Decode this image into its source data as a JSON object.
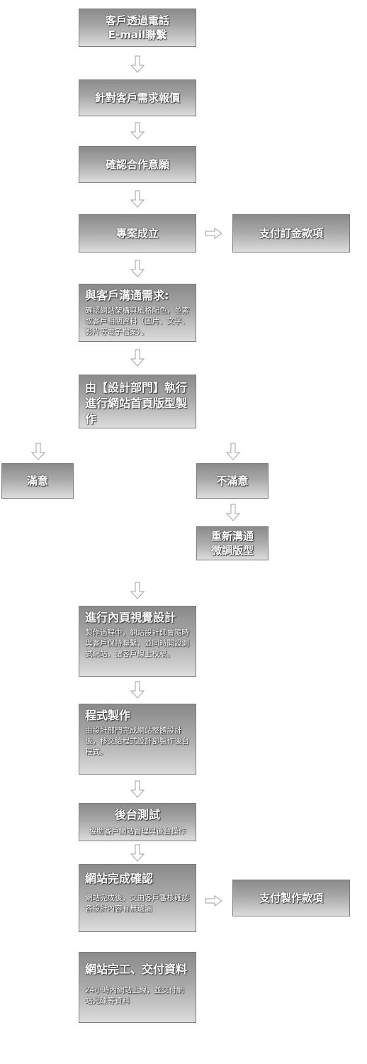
{
  "steps": {
    "contact": "客戶透過電話\n  E-mail聯繫",
    "quote": "針對客戶需求報價",
    "confirm": "確認合作意願",
    "established": "專案成立",
    "deposit": "支付訂金款項",
    "communicate": {
      "title": "與客戶溝通需求:",
      "desc": "確認網站架構與風格配色，並索取客戶相關資料（圖片、文字、影片等電子檔案）。"
    },
    "homepage": "由【設計部門】執行進行網站首頁版型製作",
    "satisfied": "滿意",
    "unsatisfied": "不滿意",
    "readjust": "重新溝通\n微調版型",
    "inner_design": {
      "title": "進行內頁視覺設計",
      "desc": "製作過程中，網站設計師會隨時與客戶保持聯繫，並同時開設測試網站，讓客戶線上校稿。"
    },
    "programming": {
      "title": "程式製作",
      "desc": "由設計部門完成網站整體設計後，移交給程式設計部製作後台程式。"
    },
    "backend_test": {
      "title": "後台測試",
      "desc": "協助客戶網站管理與後台操作"
    },
    "site_confirm": {
      "title": "網站完成確認",
      "desc": "網站完成後，交由客戶審核確認各設計內容有無遺漏"
    },
    "production_payment": "支付製作款項",
    "completion": {
      "title": "網站完工、交付資料",
      "desc": "24小時內網站上線，並交付網站光碟等資料"
    }
  }
}
